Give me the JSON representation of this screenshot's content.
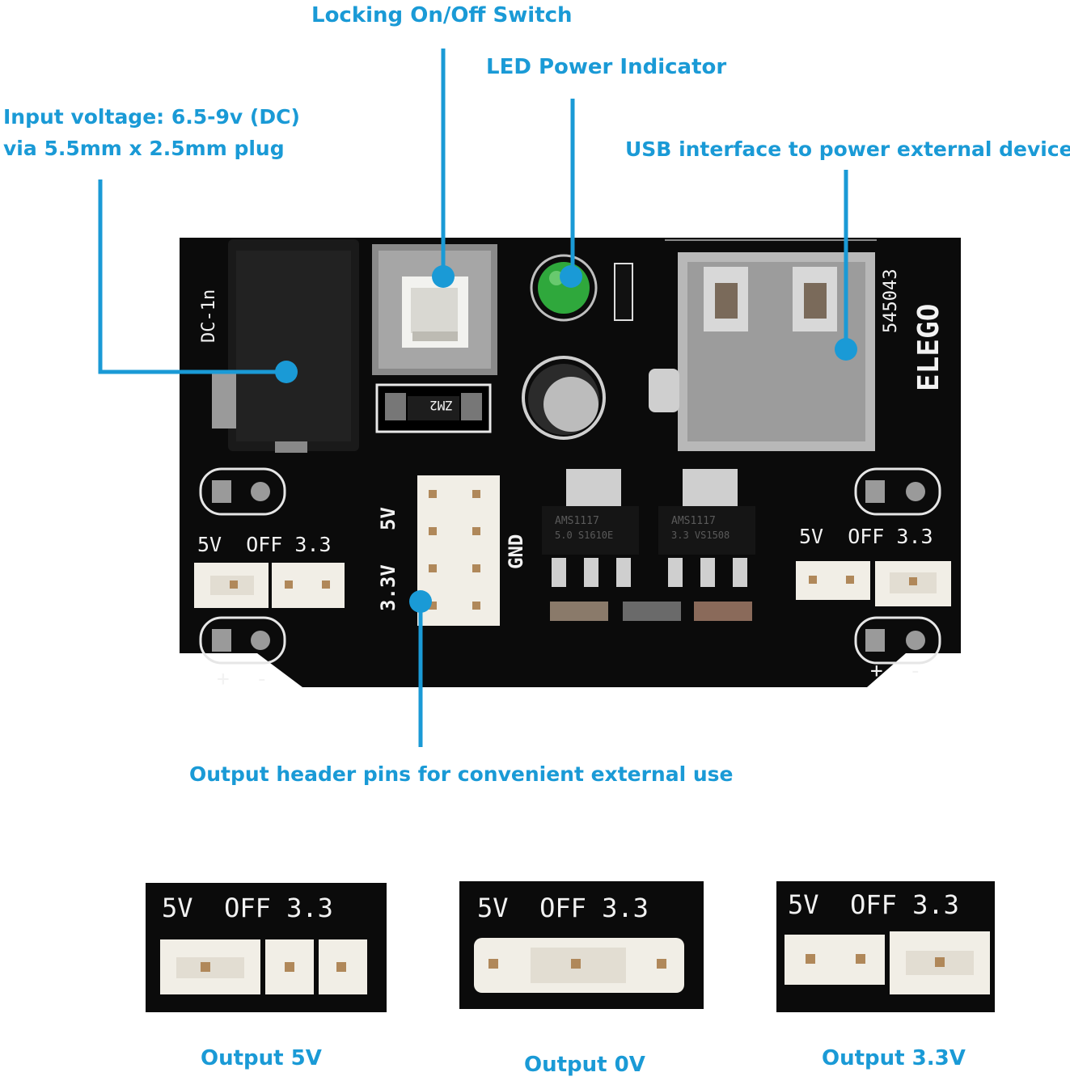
{
  "callouts": {
    "switch": "Locking On/Off Switch",
    "led": "LED Power Indicator",
    "input_line1": "Input voltage: 6.5-9v (DC)",
    "input_line2": "via 5.5mm x 2.5mm plug",
    "usb": "USB interface to power external device",
    "header": "Output header pins for convenient external use"
  },
  "board": {
    "dc_label": "DC-1n",
    "model_number": "545043",
    "brand": "ELEGO",
    "zener": "ZM2",
    "label_5v": "5V",
    "label_33v": "3.3V",
    "label_gnd": "GND",
    "left_jumper_label": "5V  OFF 3.3",
    "right_jumper_label": "5V  OFF 3.3",
    "plus": "+",
    "minus": "-",
    "reg1_line1": "AMS1117",
    "reg1_line2": "5.0 S1610E",
    "reg2_line1": "AMS1117",
    "reg2_line2": "3.3 VS1508"
  },
  "outputs": [
    {
      "label": "5V  OFF 3.3",
      "caption": "Output 5V"
    },
    {
      "label": "5V  OFF 3.3",
      "caption": "Output 0V"
    },
    {
      "label": "5V  OFF 3.3",
      "caption": "Output 3.3V"
    }
  ],
  "colors": {
    "accent": "#1a9ad6",
    "board": "#0b0b0b",
    "led": "#2fa83c"
  }
}
